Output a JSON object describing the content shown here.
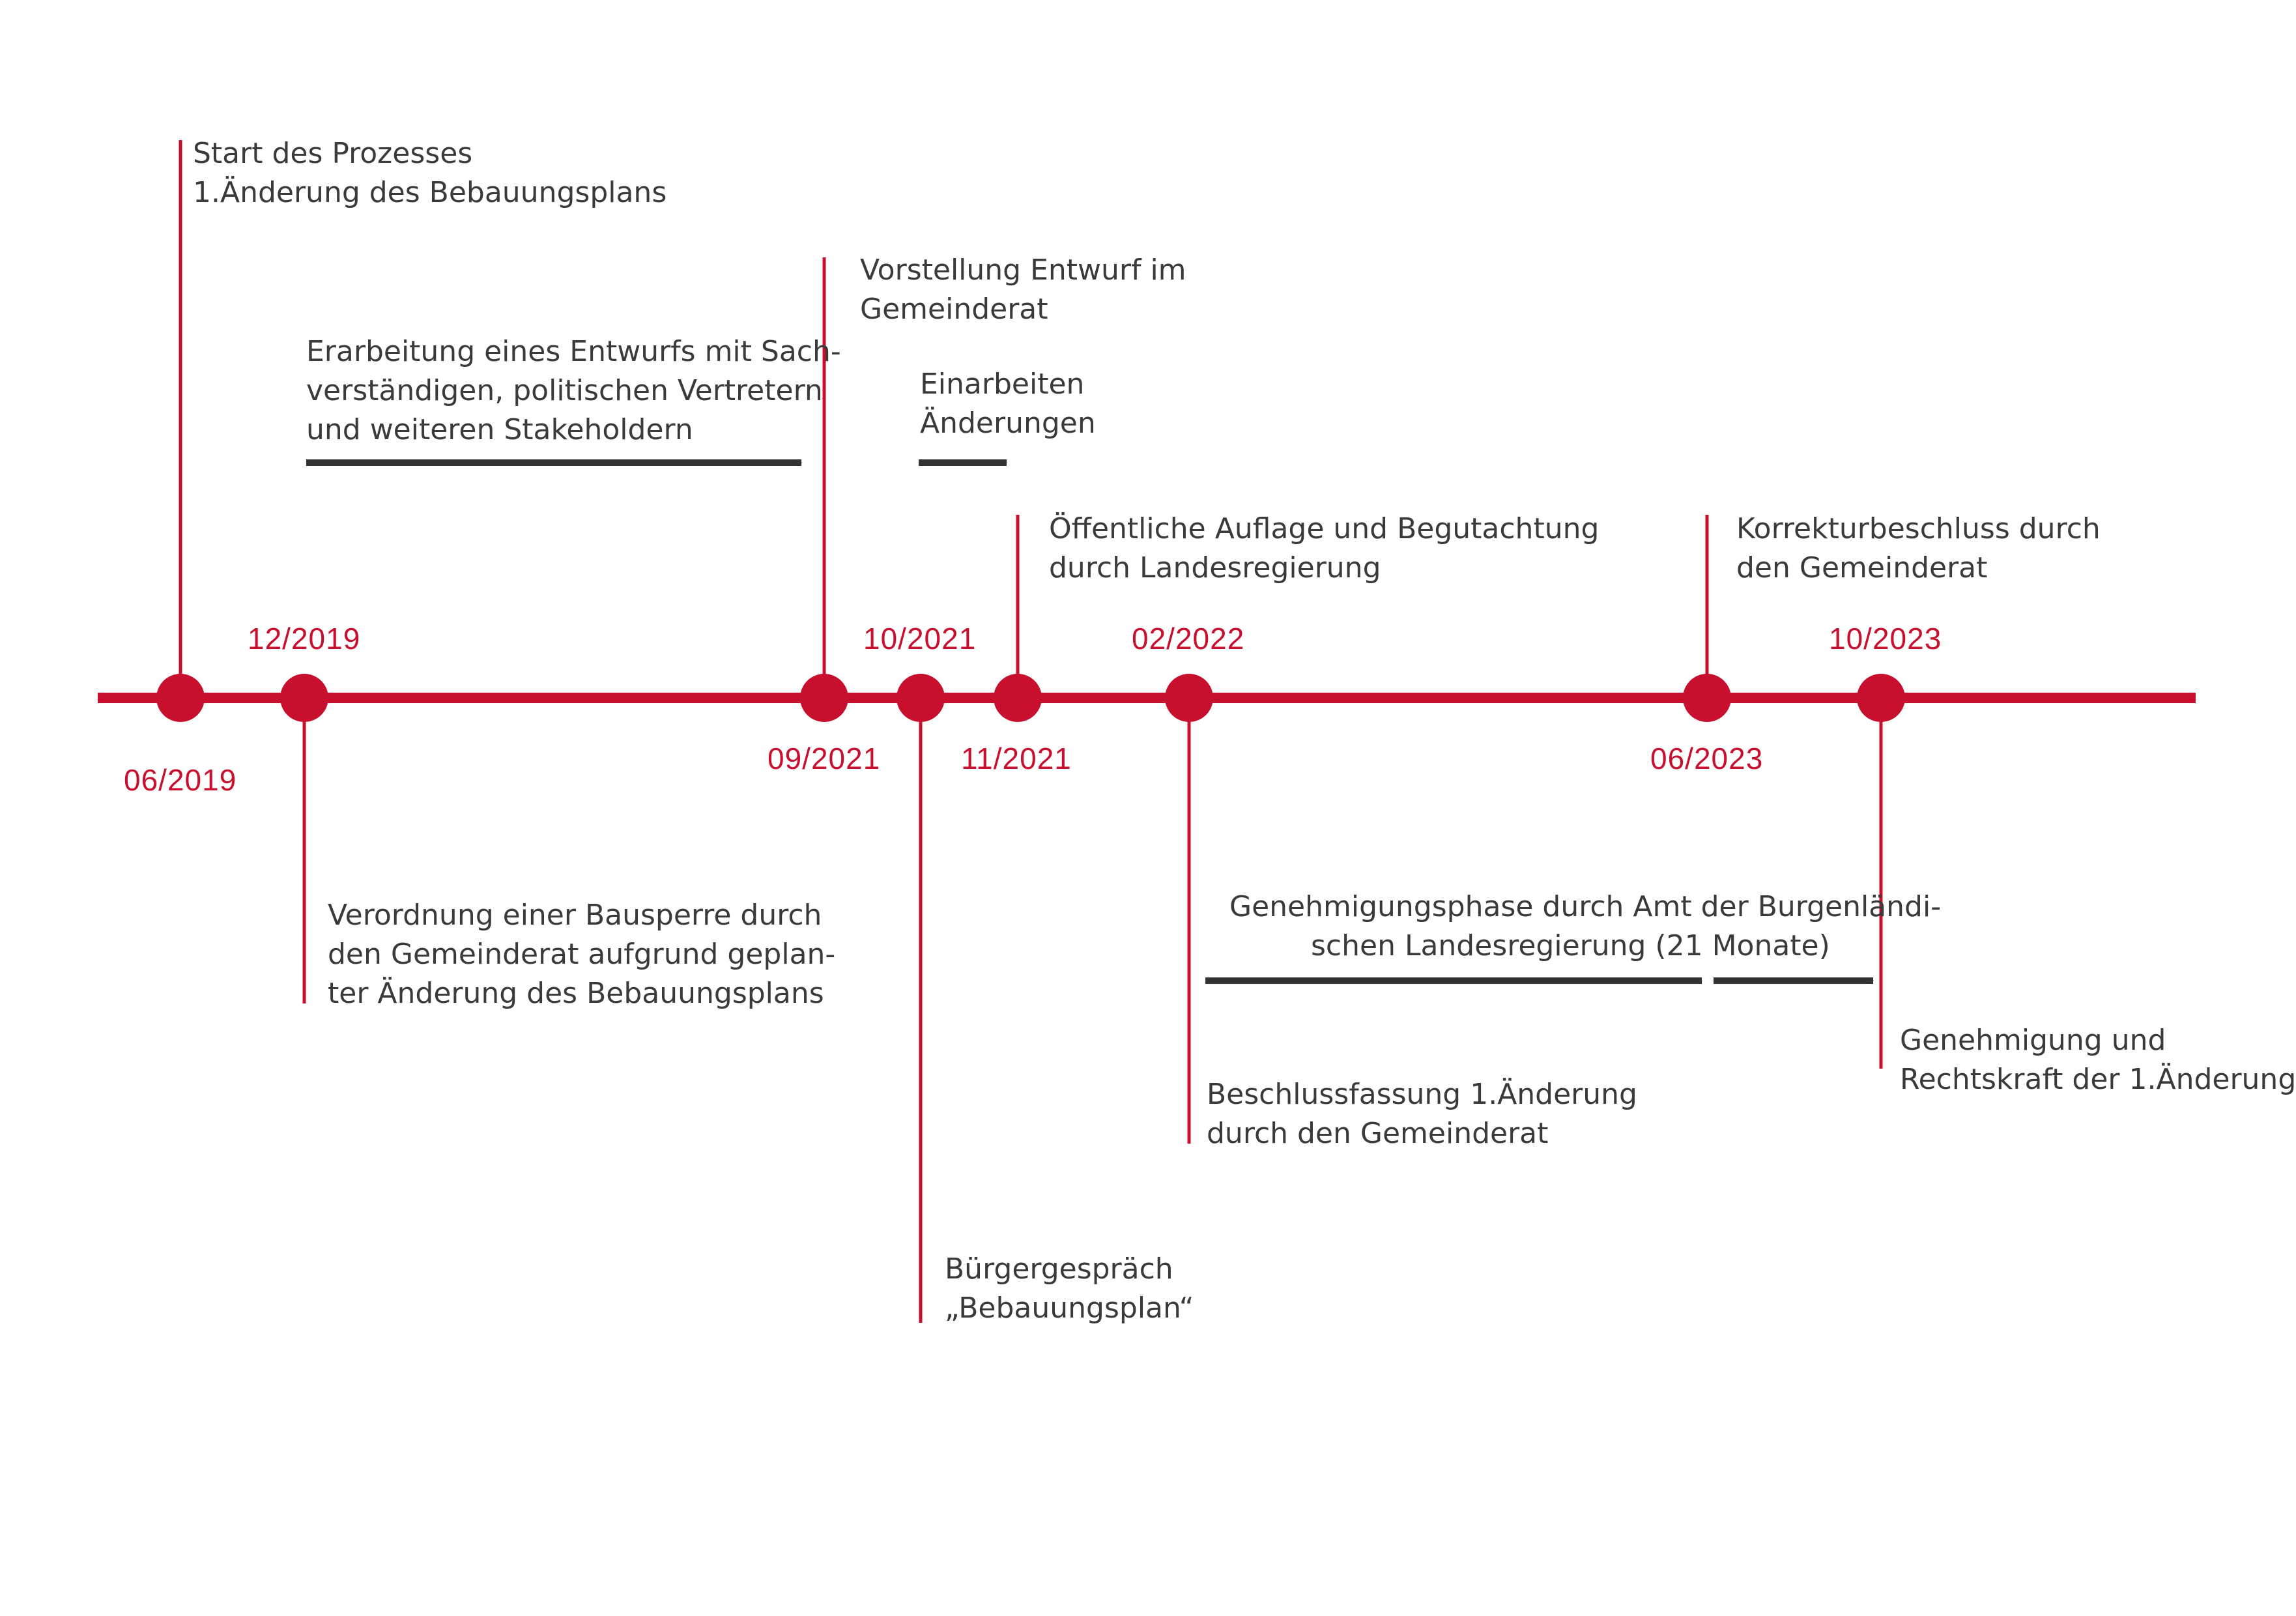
{
  "colors": {
    "accent": "#c8102e",
    "text": "#3a3a3a",
    "arrow": "#333333"
  },
  "dates": {
    "d1": "06/2019",
    "d2": "12/2019",
    "d3": "09/2021",
    "d4": "10/2021",
    "d5": "11/2021",
    "d6": "02/2022",
    "d7": "06/2023",
    "d8": "10/2023"
  },
  "events": {
    "start": [
      "Start des Prozesses",
      "1.Änderung des Bebauungsplans"
    ],
    "bausperre": [
      "Verordnung einer Bausperre durch",
      "den Gemeinderat aufgrund geplan-",
      "ter Änderung des Bebauungsplans"
    ],
    "vorstellung": [
      "Vorstellung Entwurf im",
      "Gemeinderat"
    ],
    "buergergespraech": [
      "Bürgergespräch",
      "„Bebauungsplan“"
    ],
    "auflage": [
      "Öffentliche Auflage und Begutachtung",
      "durch Landesregierung"
    ],
    "beschluss": [
      "Beschlussfassung 1.Änderung",
      "durch den Gemeinderat"
    ],
    "korrektur": [
      "Korrekturbeschluss durch",
      "den Gemeinderat"
    ],
    "genehmigung": [
      "Genehmigung und",
      "Rechtskraft der 1.Änderung"
    ]
  },
  "phases": {
    "erarbeitung": [
      "Erarbeitung eines Entwurfs mit Sach-",
      "verständigen, politischen Vertretern",
      "und weiteren Stakeholdern"
    ],
    "einarbeiten": [
      "Einarbeiten",
      "Änderungen"
    ],
    "genehmigungsphase": [
      "Genehmigungsphase durch Amt der Burgenländi-",
      "schen Landesregierung (21 Monate)"
    ]
  }
}
